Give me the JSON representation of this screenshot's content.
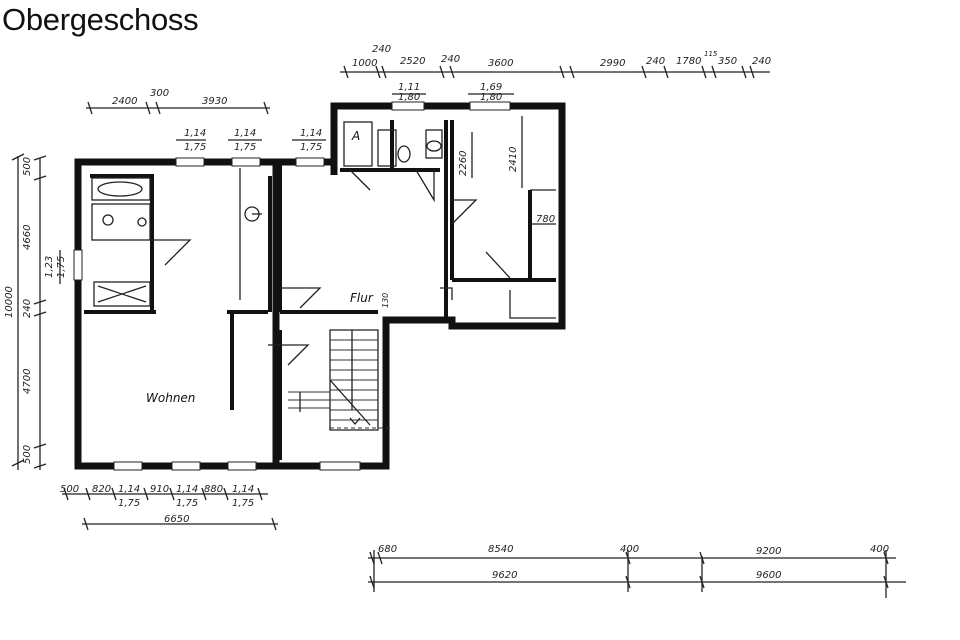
{
  "title": "Obergeschoss",
  "rooms": {
    "wohnen": "Wohnen",
    "flur": "Flur",
    "a": "A"
  },
  "dims": {
    "top_right": [
      "1000",
      "240",
      "2520",
      "240",
      "3600",
      "2990",
      "240",
      "1780",
      "115",
      "350",
      "240"
    ],
    "top_left": [
      "2400",
      "300",
      "3930"
    ],
    "win_top": [
      "1,14",
      "1,75",
      "1,14",
      "1,75",
      "1,14",
      "1,75"
    ],
    "win_right": [
      "1,11",
      "1,80",
      "1,69",
      "1,80"
    ],
    "left_vert": [
      "500",
      "4660",
      "1,23",
      "1,75",
      "10000",
      "240",
      "4700",
      "500"
    ],
    "room_inner": [
      "2260",
      "2410",
      "780",
      "130"
    ],
    "bottom": [
      "500",
      "820",
      "1,14",
      "1,75",
      "910",
      "1,14",
      "1,75",
      "880",
      "1,14",
      "1,75"
    ],
    "bottom_total": "6650",
    "lower_right_top": [
      "680",
      "8540",
      "400",
      "9200",
      "400"
    ],
    "lower_right_bottom": [
      "9620",
      "9600"
    ]
  }
}
